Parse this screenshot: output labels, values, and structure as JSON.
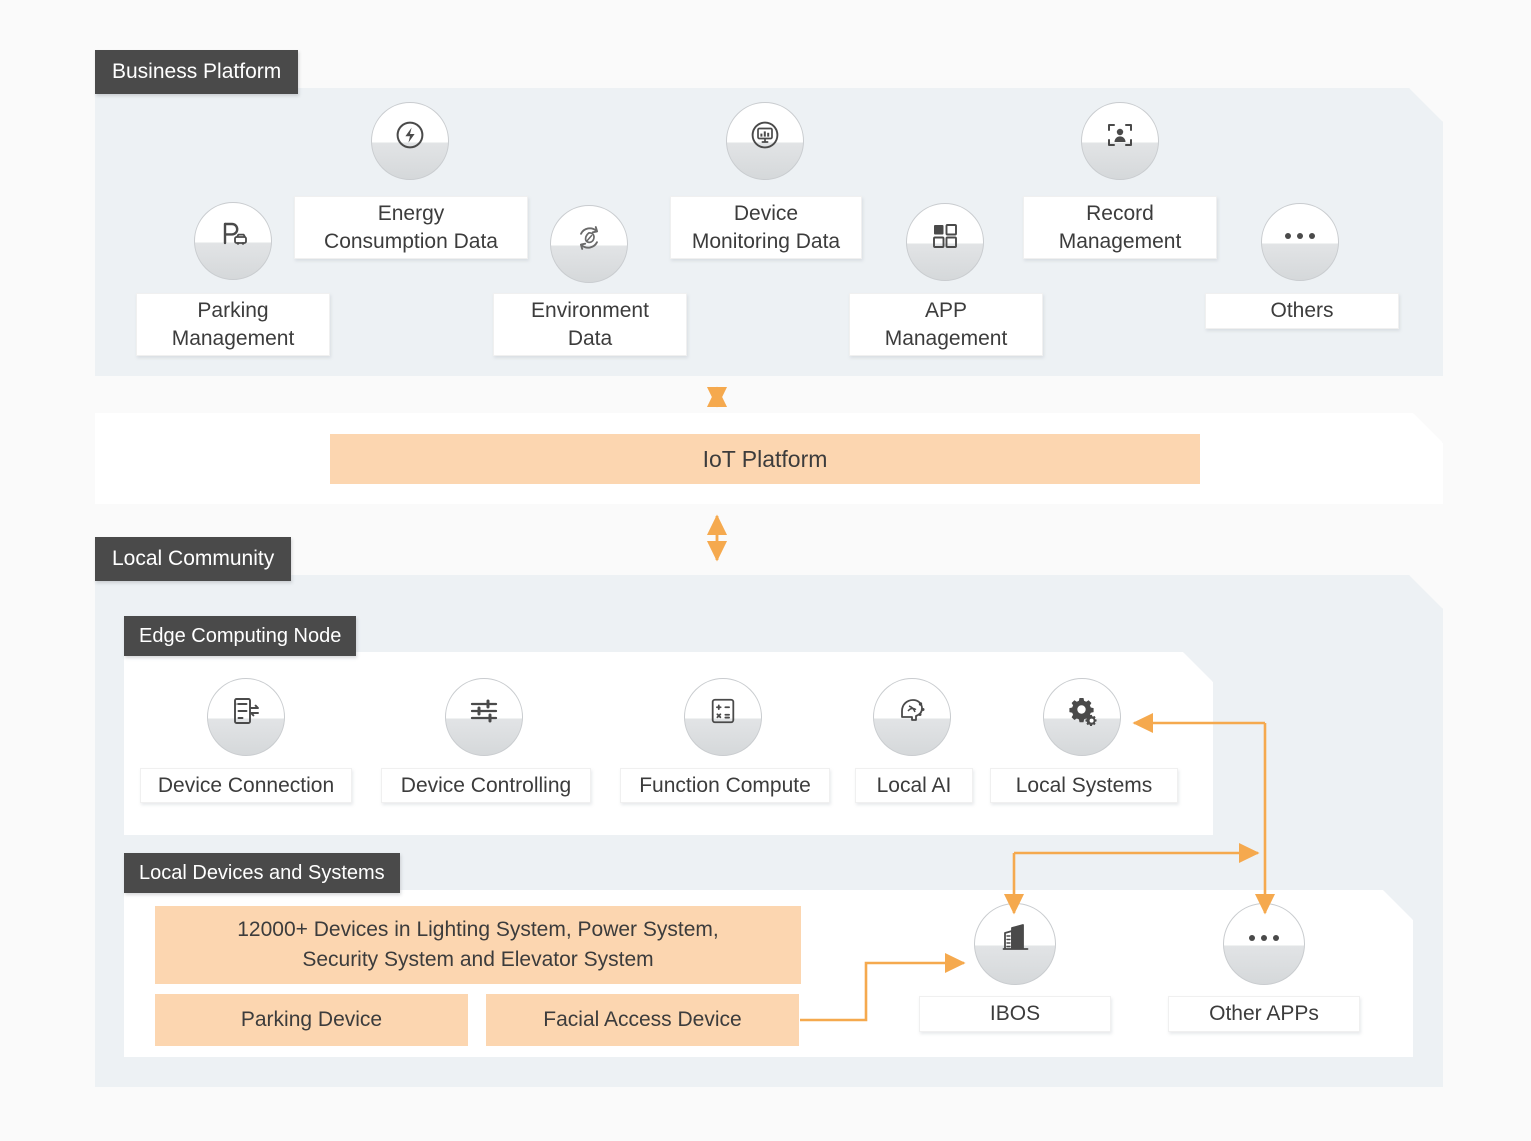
{
  "sections": {
    "business_platform": {
      "tag": "Business Platform",
      "nodes": [
        {
          "icon": "parking-icon",
          "label": "Parking\nManagement"
        },
        {
          "icon": "energy-bolt-icon",
          "label": "Energy\nConsumption Data"
        },
        {
          "icon": "environment-leaf-icon",
          "label": "Environment\nData"
        },
        {
          "icon": "device-monitor-icon",
          "label": "Device\nMonitoring Data"
        },
        {
          "icon": "app-grid-icon",
          "label": "APP\nManagement"
        },
        {
          "icon": "face-record-icon",
          "label": "Record\nManagement"
        },
        {
          "icon": "ellipsis-icon",
          "label": "Others"
        }
      ]
    },
    "iot_platform": {
      "label": "IoT Platform"
    },
    "local_community": {
      "tag": "Local Community",
      "edge_computing_node": {
        "tag": "Edge Computing Node",
        "nodes": [
          {
            "icon": "device-connection-icon",
            "label": "Device Connection"
          },
          {
            "icon": "sliders-icon",
            "label": "Device Controlling"
          },
          {
            "icon": "calculator-icon",
            "label": "Function Compute"
          },
          {
            "icon": "ai-head-icon",
            "label": "Local AI"
          },
          {
            "icon": "gears-icon",
            "label": "Local Systems"
          }
        ]
      },
      "local_devices_and_systems": {
        "tag": "Local Devices and Systems",
        "device_blocks": [
          {
            "label": "12000+ Devices in Lighting System, Power System,\nSecurity System and Elevator System"
          },
          {
            "label": "Parking Device"
          },
          {
            "label": "Facial Access Device"
          }
        ],
        "app_nodes": [
          {
            "icon": "building-icon",
            "label": "IBOS"
          },
          {
            "icon": "ellipsis-icon",
            "label": "Other APPs"
          }
        ]
      }
    }
  },
  "colors": {
    "page_background": "#FAFAFA",
    "panel_background": "#EDF1F4",
    "panel_white": "#FFFFFF",
    "tag_background": "#4A4A4A",
    "tag_text": "#FFFFFF",
    "accent_orange": "#FCD6B0",
    "connector_orange": "#F5A94E",
    "text": "#3C3C3C"
  }
}
